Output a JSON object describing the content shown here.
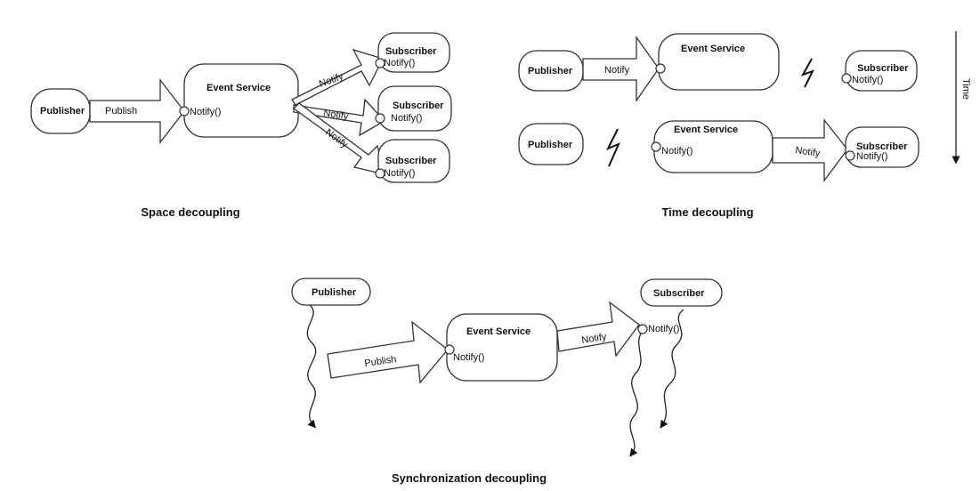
{
  "labels": {
    "publisher": "Publisher",
    "subscriber": "Subscriber",
    "event_service": "Event Service",
    "publish": "Publish",
    "notify": "Notify",
    "notify_op": "Notify()",
    "time": "Time"
  },
  "captions": {
    "space": "Space decoupling",
    "time": "Time decoupling",
    "sync": "Synchronization decoupling"
  },
  "colors": {
    "stroke": "#333333",
    "fill": "#ffffff",
    "text": "#111111"
  }
}
